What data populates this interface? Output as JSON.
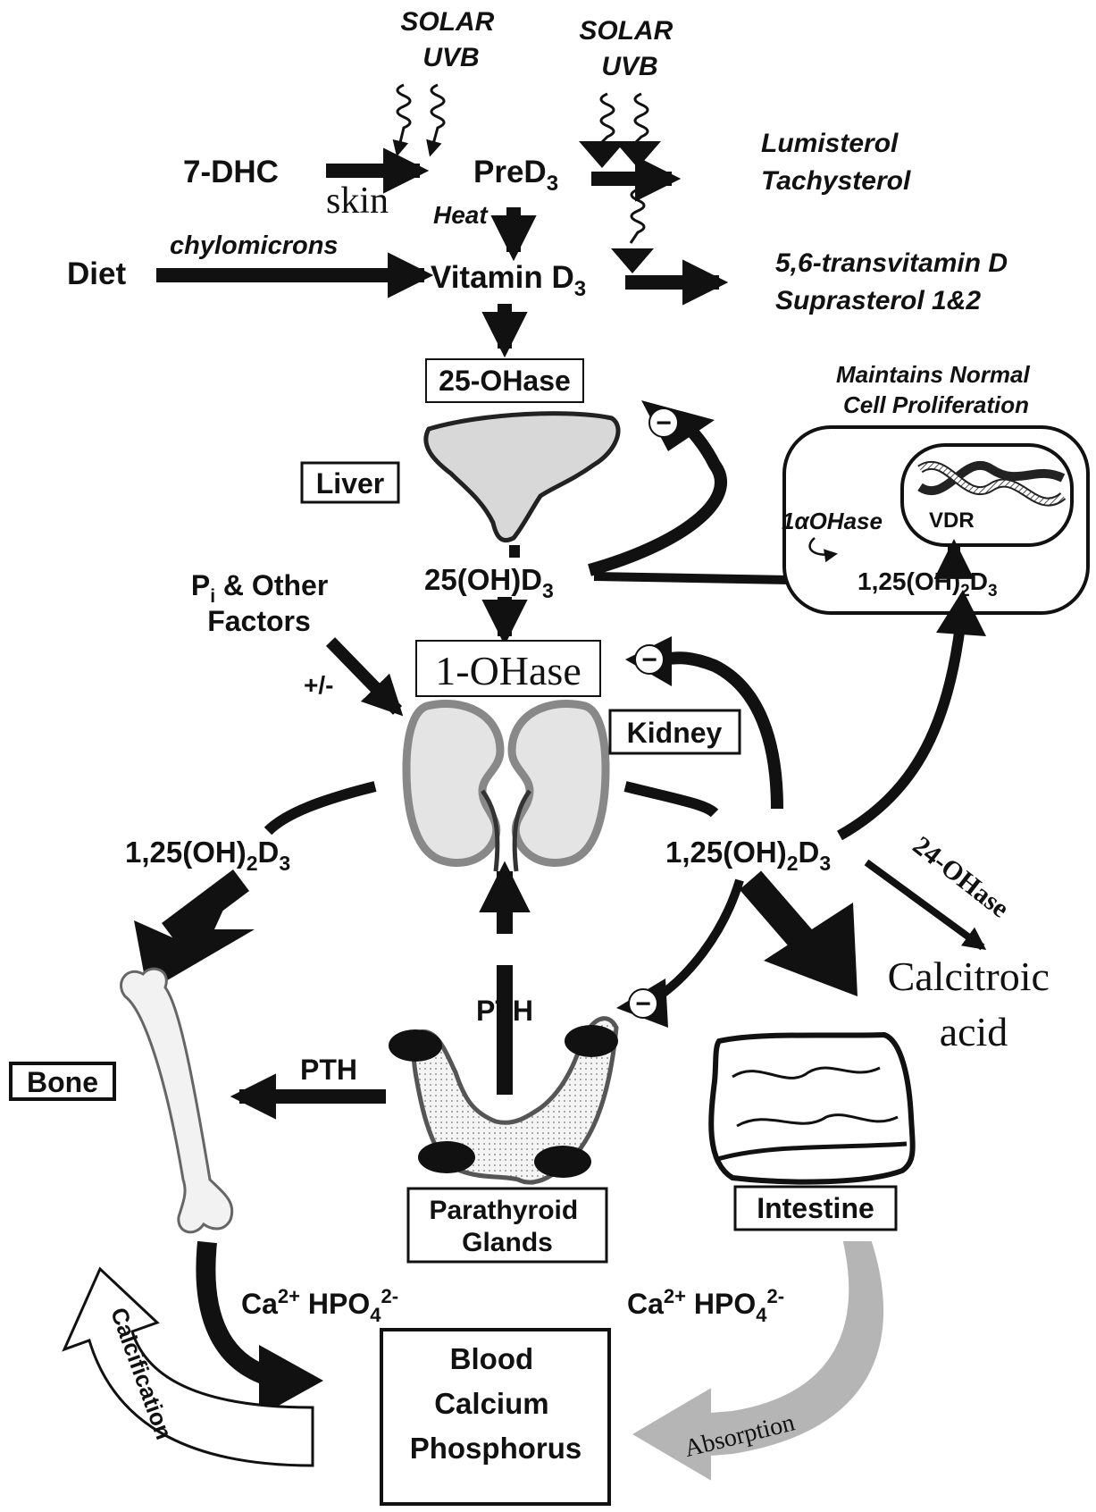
{
  "solar_uvb_1": [
    "SOLAR",
    "UVB"
  ],
  "solar_uvb_2": [
    "SOLAR",
    "UVB"
  ],
  "precursor": "7-DHC",
  "skin": "skin",
  "pred3": {
    "main": "PreD",
    "sub": "3"
  },
  "heat": "Heat",
  "photoproducts_1": [
    "Lumisterol",
    "Tachysterol"
  ],
  "diet": "Diet",
  "chylomicrons": "chylomicrons",
  "vitamin_d3": {
    "main": "Vitamin D",
    "sub": "3"
  },
  "photoproducts_2": [
    "5,6-transvitamin D",
    "Suprasterol 1&2"
  ],
  "enzyme_25": "25-OHase",
  "liver": "Liver",
  "cell_caption": [
    "Maintains Normal",
    "Cell Proliferation"
  ],
  "vdr": "VDR",
  "one_alpha_ohase": "1αOHase",
  "cell_product": {
    "pre": "1,25(OH)",
    "sub1": "2",
    "mid": "D",
    "sub2": "3"
  },
  "oh25d3": {
    "main": "25(OH)D",
    "sub": "3"
  },
  "pi_factors": {
    "p": "P",
    "sub": "i",
    "rest": " & Other",
    "line2": "Factors"
  },
  "plus_minus": "+/-",
  "enzyme_1": "1-OHase",
  "kidney": "Kidney",
  "left_product": {
    "pre": "1,25(OH)",
    "sub1": "2",
    "mid": "D",
    "sub2": "3"
  },
  "right_product": {
    "pre": "1,25(OH)",
    "sub1": "2",
    "mid": "D",
    "sub2": "3"
  },
  "enzyme_24": "24-OHase",
  "calcitroic": [
    "Calcitroic",
    "acid"
  ],
  "pth_vertical": "PTH",
  "pth_horizontal": "PTH",
  "bone": "Bone",
  "parathyroid": [
    "Parathyroid",
    "Glands"
  ],
  "intestine": "Intestine",
  "ions_left": {
    "ca": "Ca",
    "ca_sup": "2+",
    "hpo": "HPO",
    "hpo_sub": "4",
    "hpo_sup": "2-"
  },
  "ions_right": {
    "ca": "Ca",
    "ca_sup": "2+",
    "hpo": "HPO",
    "hpo_sub": "4",
    "hpo_sup": "2-"
  },
  "calcification": "Calcification",
  "absorption": "Absorption",
  "blood": [
    "Blood",
    "Calcium",
    "Phosphorus"
  ],
  "minus_sign": "−",
  "colors": {
    "ink": "#111111",
    "absorption_arrow": "#b5b5b5",
    "organ_fill": "#dcdcdc",
    "organ_outline": "#7a7a7a"
  }
}
